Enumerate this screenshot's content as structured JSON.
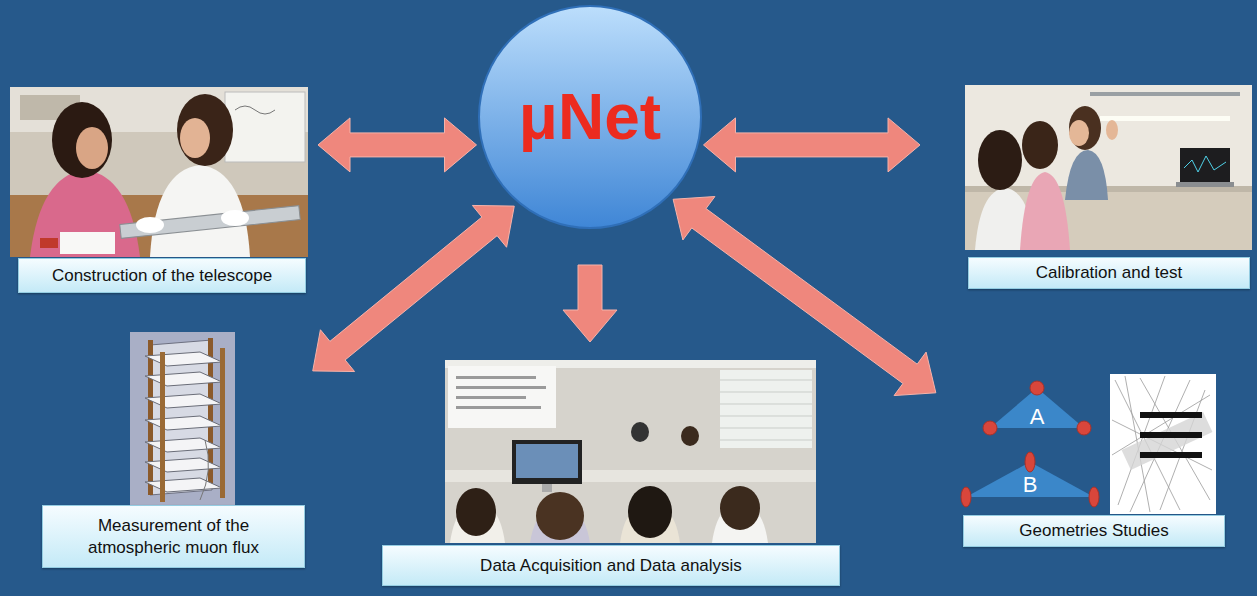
{
  "diagram": {
    "nodes": [
      {
        "text": [
          "Construction of the telescope"
        ]
      },
      {
        "text": [
          "μNet"
        ]
      },
      {
        "text": [
          "Calibration and test"
        ]
      },
      {
        "text": [
          "Measurement of the atmospheric muon flux"
        ]
      },
      {
        "text": [
          "Data Acquisition and Data analysis"
        ]
      },
      {
        "text": [
          "Geometries Studies"
        ]
      }
    ],
    "edges": [
      {
        "from": 1,
        "to": 0,
        "arrow": "both"
      },
      {
        "from": 1,
        "to": 2,
        "arrow": "both"
      },
      {
        "from": 1,
        "to": 3,
        "arrow": "both"
      },
      {
        "from": 1,
        "to": 4,
        "arrow": "to"
      },
      {
        "from": 1,
        "to": 5,
        "arrow": "both"
      }
    ],
    "labels": [
      "A",
      "B"
    ]
  }
}
